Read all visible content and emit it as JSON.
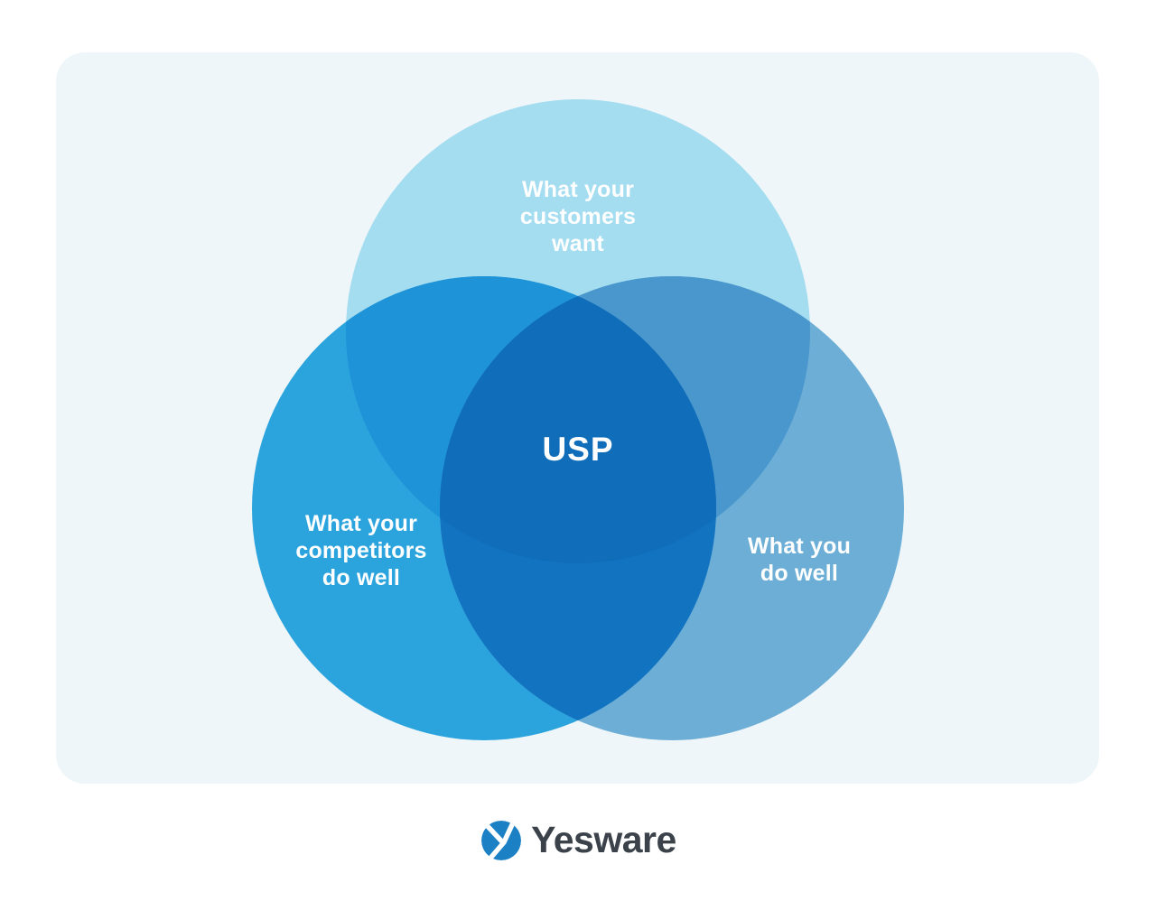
{
  "venn": {
    "title_region": "Venn diagram of unique selling proposition",
    "labels": {
      "customers": "What your\ncustomers\nwant",
      "competitors": "What your\ncompetitors\ndo well",
      "you": "What you\ndo well",
      "usp": "USP"
    },
    "colors": {
      "card_background": "#eef6f9",
      "customers": "#a4dcf0",
      "competitors": "#2ba4de",
      "you": "#6caed6",
      "customers_competitors": "#1e93d7",
      "customers_you": "#4a97cd",
      "competitors_you": "#1274c1",
      "center": "#0f6db9",
      "label_text": "#ffffff"
    }
  },
  "footer": {
    "brand": "Yesware",
    "logo_color": "#1b80c4",
    "logo_mark_color": "#ffffff",
    "text_color": "#3b424a"
  }
}
